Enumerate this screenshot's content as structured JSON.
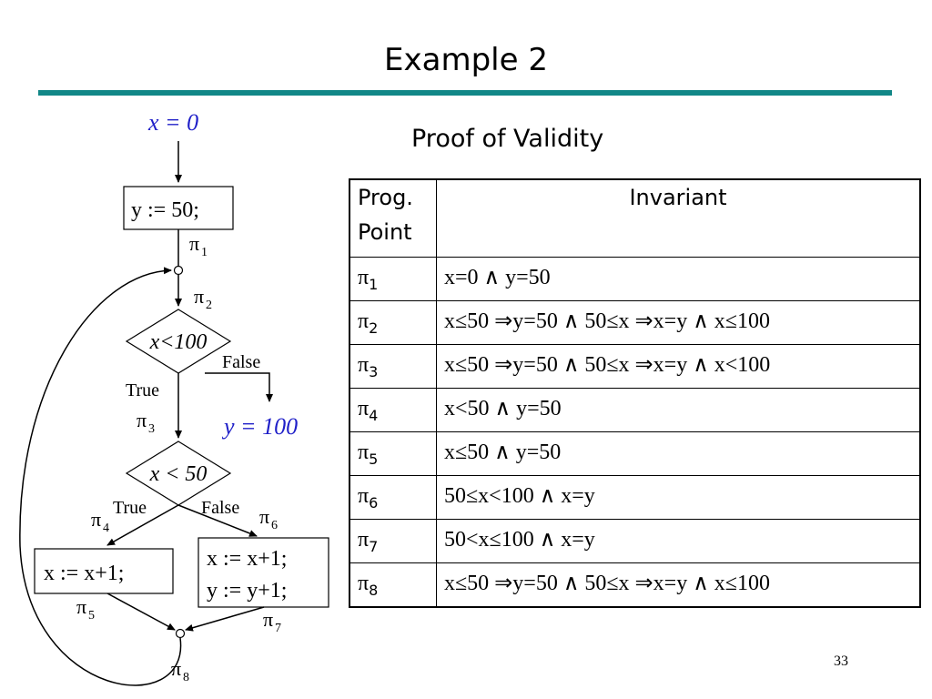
{
  "title": "Example 2",
  "subtitle": "Proof of Validity",
  "page_number": "33",
  "flowchart": {
    "init": "x = 0",
    "assign_y": "y := 50;",
    "cond1": "x<100",
    "cond2": "x < 50",
    "exit": "y = 100",
    "left_box": "x := x+1;",
    "right_box_line1": "x := x+1;",
    "right_box_line2": "y := y+1;",
    "label_false1": "False",
    "label_true1": "True",
    "label_true2": "True",
    "label_false2": "False",
    "pi": "π",
    "points": [
      "1",
      "2",
      "3",
      "4",
      "5",
      "6",
      "7",
      "8"
    ],
    "colors": {
      "annotation": "#1f1fc8",
      "rule": "#128787"
    }
  },
  "table": {
    "header_point_line1": "Prog.",
    "header_point_line2": "Point",
    "header_invariant": "Invariant",
    "rows": [
      {
        "pi": "π",
        "sub": "1",
        "inv": "x=0 ∧ y=50"
      },
      {
        "pi": "π",
        "sub": "2",
        "inv": "x≤50 ⇒y=50 ∧ 50≤x ⇒x=y ∧  x≤100"
      },
      {
        "pi": "π",
        "sub": "3",
        "inv": "x≤50 ⇒y=50 ∧ 50≤x ⇒x=y ∧  x<100"
      },
      {
        "pi": "π",
        "sub": "4",
        "inv": "x<50 ∧ y=50"
      },
      {
        "pi": "π",
        "sub": "5",
        "inv": "x≤50 ∧ y=50"
      },
      {
        "pi": "π",
        "sub": "6",
        "inv": "50≤x<100 ∧ x=y"
      },
      {
        "pi": "π",
        "sub": "7",
        "inv": "50<x≤100 ∧ x=y"
      },
      {
        "pi": "π",
        "sub": "8",
        "inv": "x≤50 ⇒y=50 ∧ 50≤x ⇒x=y ∧  x≤100"
      }
    ]
  }
}
